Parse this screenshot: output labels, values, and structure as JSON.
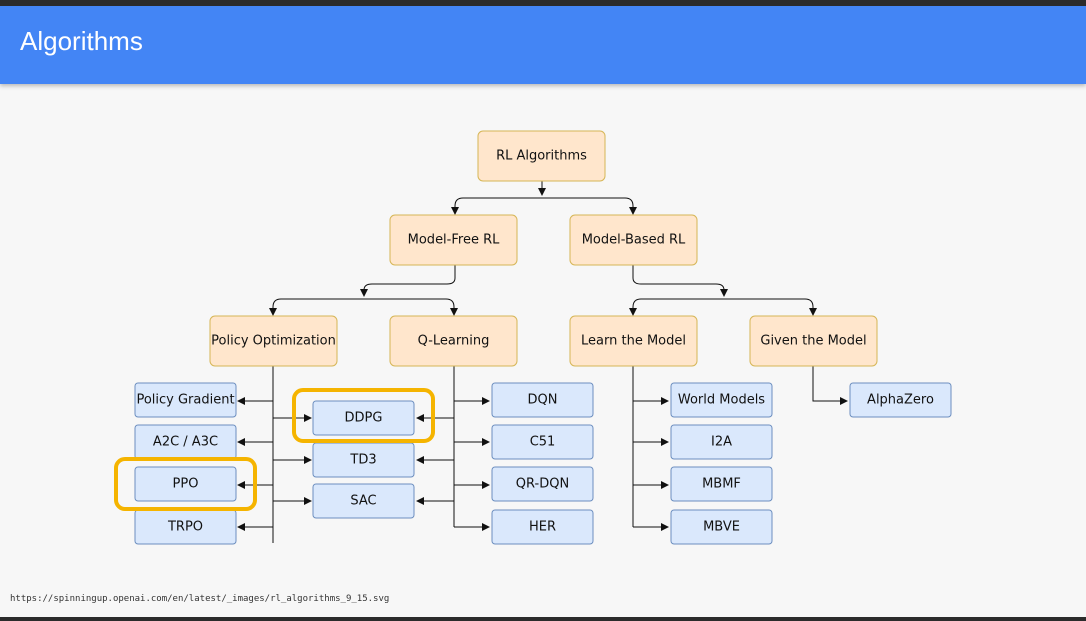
{
  "slide": {
    "title": "Algorithms",
    "source_url": "https://spinningup.openai.com/en/latest/_images/rl_algorithms_9_15.svg"
  },
  "colors": {
    "header": "#4385f5",
    "category_fill": "#ffe6cc",
    "category_stroke": "#d6b656",
    "algorithm_fill": "#dae8fc",
    "algorithm_stroke": "#6c8ebf",
    "highlight": "#f5b400"
  },
  "diagram": {
    "root": "RL Algorithms",
    "branches": {
      "model_free": "Model-Free RL",
      "model_based": "Model-Based RL"
    },
    "categories": {
      "policy_optimization": "Policy Optimization",
      "q_learning": "Q-Learning",
      "learn_the_model": "Learn the Model",
      "given_the_model": "Given the Model"
    },
    "algorithms": {
      "policy_gradient": "Policy Gradient",
      "a2c_a3c": "A2C / A3C",
      "ppo": "PPO",
      "trpo": "TRPO",
      "ddpg": "DDPG",
      "td3": "TD3",
      "sac": "SAC",
      "dqn": "DQN",
      "c51": "C51",
      "qr_dqn": "QR-DQN",
      "her": "HER",
      "world_models": "World Models",
      "i2a": "I2A",
      "mbmf": "MBMF",
      "mbve": "MBVE",
      "alphazero": "AlphaZero"
    },
    "highlighted": [
      "DDPG",
      "PPO"
    ]
  }
}
